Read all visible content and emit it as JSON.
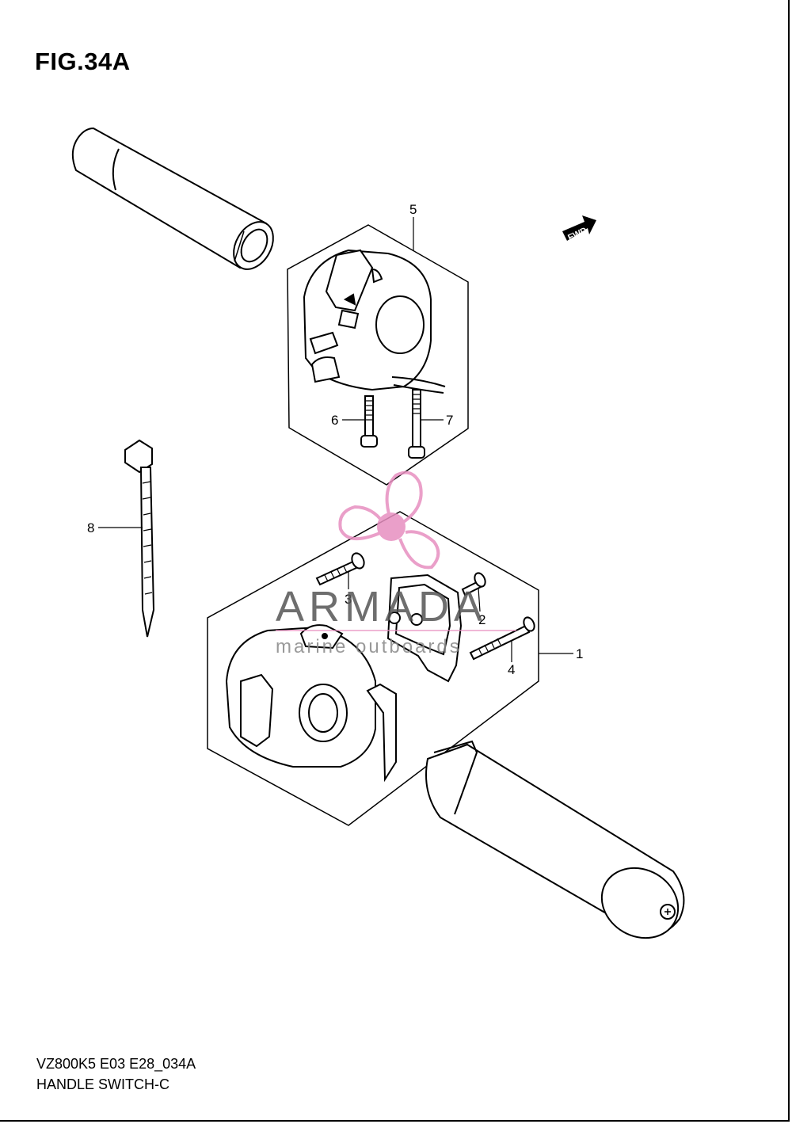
{
  "figure": {
    "title": "FIG.34A",
    "model_code": "VZ800K5 E03 E28_034A",
    "name": "HANDLE SWITCH-C"
  },
  "callouts": [
    "1",
    "2",
    "3",
    "4",
    "5",
    "6",
    "7",
    "8"
  ],
  "fwd_badge": "FWD",
  "watermark": {
    "brand": "ARMADA",
    "tagline": "marine outboards",
    "color": "#e78fc0"
  }
}
